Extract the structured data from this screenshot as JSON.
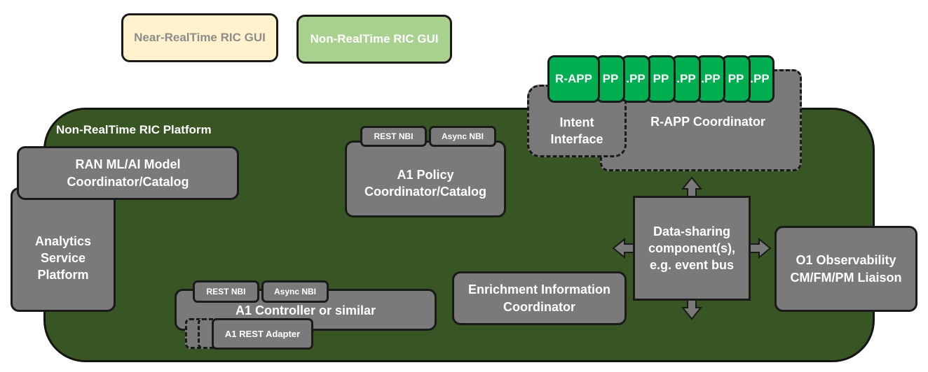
{
  "gui_near": "Near-RealTime  RIC GUI",
  "gui_non": "Non-RealTime  RIC GUI",
  "platform_label": "Non-RealTime  RIC Platform",
  "ran_model": "RAN ML/AI  Model\nCoordinator/Catalog",
  "analytics": "Analytics\nService\nPlatform",
  "a1_policy": {
    "title": "A1 Policy\nCoordinator/Catalog",
    "rest_tab": "REST NBI",
    "async_tab": "Async NBI"
  },
  "a1_controller": {
    "title": "A1 Controller  or similar",
    "rest_tab": "REST NBI",
    "async_tab": "Async NBI",
    "adapter": "A1 REST Adapter"
  },
  "enrichment": "Enrichment  Information\nCoordinator",
  "data_sharing": "Data-sharing\ncomponent(s),\ne.g. event bus",
  "o1": "O1 Observability\nCM/FM/PM  Liaison",
  "rapp_coordinator": "R-APP  Coordinator",
  "intent": "Intent\nInterface",
  "rapps": [
    "R-APP",
    "PP",
    ".PP",
    "PP",
    ".PP",
    ".PP",
    "PP",
    ".PP"
  ],
  "colors": {
    "platform": "#375623",
    "component": "#7a7a7a",
    "rapp": "#00b050",
    "near_gui": "#fff2cc",
    "non_gui": "#a9d18e"
  }
}
